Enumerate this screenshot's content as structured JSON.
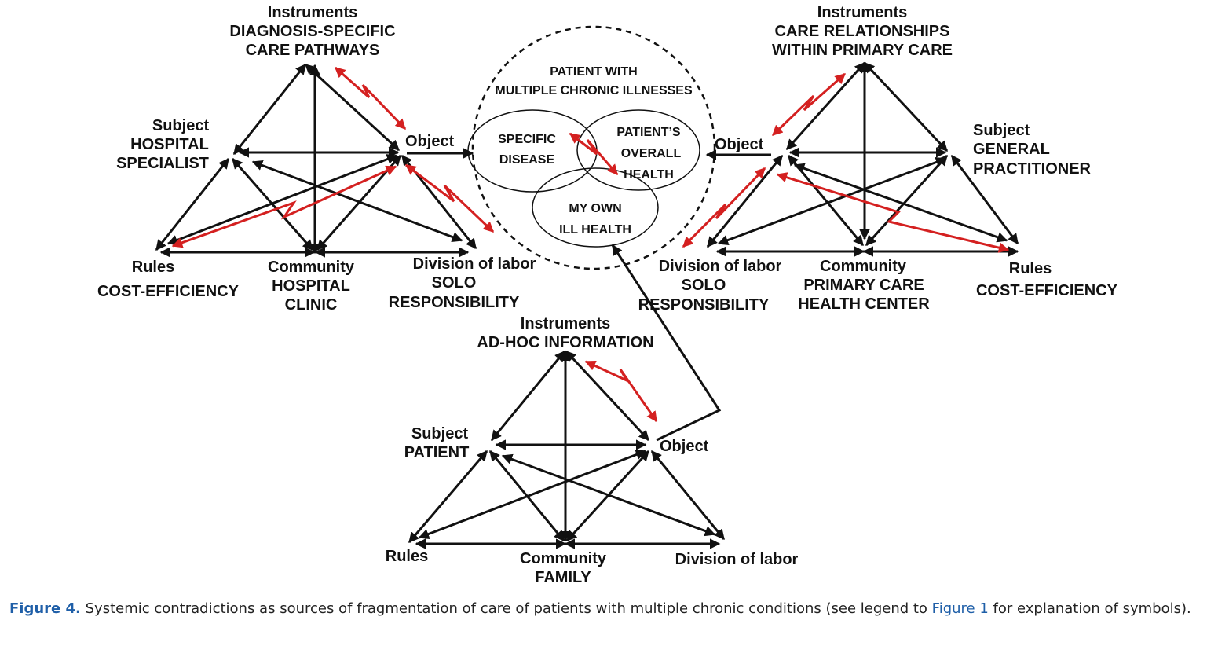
{
  "colors": {
    "ink": "#111111",
    "contradiction": "#d42020",
    "caption_link": "#1f5fa8"
  },
  "hospital": {
    "instruments_title": "Instruments",
    "instruments_line1": "DIAGNOSIS-SPECIFIC",
    "instruments_line2": "CARE PATHWAYS",
    "subject_title": "Subject",
    "subject_line1": "HOSPITAL",
    "subject_line2": "SPECIALIST",
    "object_title": "Object",
    "rules_title": "Rules",
    "rules_value": "COST-EFFICIENCY",
    "community_title": "Community",
    "community_line1": "HOSPITAL",
    "community_line2": "CLINIC",
    "division_title": "Division of labor",
    "division_line1": "SOLO",
    "division_line2": "RESPONSIBILITY"
  },
  "primary_care": {
    "instruments_title": "Instruments",
    "instruments_line1": "CARE RELATIONSHIPS",
    "instruments_line2": "WITHIN PRIMARY CARE",
    "subject_title": "Subject",
    "subject_line1": "GENERAL",
    "subject_line2": "PRACTITIONER",
    "object_title": "Object",
    "rules_title": "Rules",
    "rules_value": "COST-EFFICIENCY",
    "community_title": "Community",
    "community_line1": "PRIMARY CARE",
    "community_line2": "HEALTH CENTER",
    "division_title": "Division of labor",
    "division_line1": "SOLO",
    "division_line2": "RESPONSIBILITY"
  },
  "patient": {
    "instruments_title": "Instruments",
    "instruments_line1": "AD-HOC INFORMATION",
    "subject_title": "Subject",
    "subject_line1": "PATIENT",
    "object_title": "Object",
    "rules_title": "Rules",
    "community_title": "Community",
    "community_line1": "FAMILY",
    "division_title": "Division of labor"
  },
  "center": {
    "title_line1": "PATIENT WITH",
    "title_line2": "MULTIPLE CHRONIC ILLNESSES",
    "specific_line1": "SPECIFIC",
    "specific_line2": "DISEASE",
    "overall_line1": "PATIENT’S",
    "overall_line2": "OVERALL",
    "overall_line3": "HEALTH",
    "own_line1": "MY OWN",
    "own_line2": "ILL HEALTH"
  },
  "caption": {
    "figure_label": "Figure 4.",
    "text_before_link": " Systemic contradictions as sources of fragmentation of care of patients with multiple chronic conditions (see legend to ",
    "link_text": "Figure 1",
    "text_after_link": " for explanation of symbols)."
  }
}
